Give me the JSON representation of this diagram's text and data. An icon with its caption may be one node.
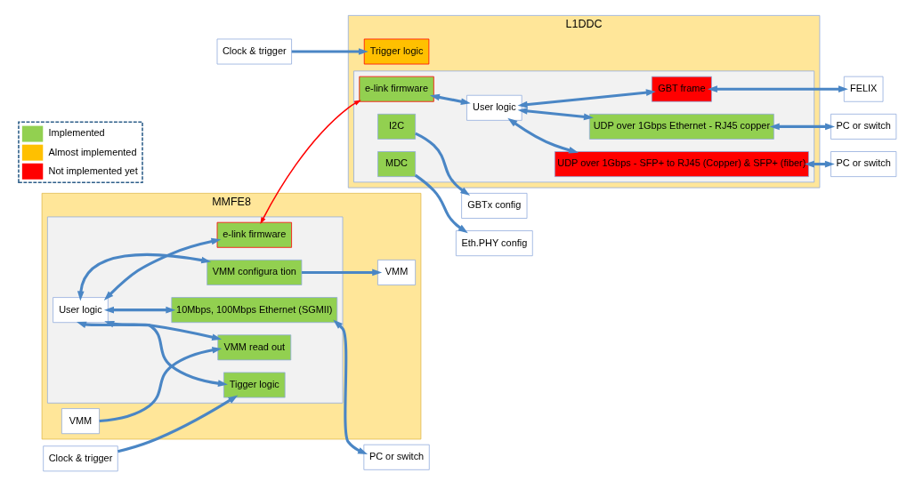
{
  "diagram": {
    "nodes": [
      {
        "text": [
          "MMFE8"
        ]
      },
      {
        "text": [],
        "shape": "box",
        "in": 0
      },
      {
        "text": [
          "VMM"
        ],
        "in": 0
      },
      {
        "text": [
          "VMM read out"
        ],
        "in": 1
      },
      {
        "text": [
          "e-link firmware"
        ],
        "in": 1
      },
      {
        "text": [
          "User logic"
        ],
        "in": 1
      },
      {
        "text": [
          "VMM"
        ],
        "in": 0
      },
      {
        "text": [
          "VMM configura tion"
        ],
        "in": 1
      },
      {
        "text": [
          "10Mbps, 100Mbps Ethernet (SGMII)"
        ],
        "in": 1
      },
      {
        "text": [
          "Tigger logic"
        ],
        "in": 1
      },
      {
        "text": [
          "Clock & trigger"
        ]
      },
      {
        "text": [
          "PC or switch"
        ]
      },
      {
        "text": [
          "L1DDC"
        ]
      },
      {
        "text": [],
        "shape": "box",
        "in": 12
      },
      {
        "text": [
          "GBT frame"
        ],
        "in": 13
      },
      {
        "text": [
          "FELIX"
        ]
      },
      {
        "text": [
          "e-link firmware"
        ],
        "in": 13
      },
      {
        "text": [
          "User logic"
        ],
        "in": 13
      },
      {
        "text": [
          "Clock & trigger"
        ]
      },
      {
        "text": [
          "Trigger logic"
        ],
        "in": 12
      },
      {
        "text": [
          "UDP over 1Gbps Ethernet - RJ45 copper"
        ],
        "in": 13
      },
      {
        "text": [
          "PC or switch"
        ]
      },
      {
        "text": [
          "UDP over 1Gbps - SFP+ to RJ45 (Copper) & SFP+ (fiber)"
        ],
        "in": 13
      },
      {
        "text": [
          "PC or switch"
        ]
      },
      {
        "text": [
          "I2C"
        ],
        "in": 13
      },
      {
        "text": [
          "MDC"
        ],
        "in": 13
      },
      {
        "text": [
          "GBTx config"
        ]
      },
      {
        "text": [
          "Eth.PHY config"
        ]
      }
    ],
    "edges": [
      {
        "from": 2,
        "to": 3,
        "arrow": "to"
      },
      {
        "from": 5,
        "to": 3,
        "arrow": "both"
      },
      {
        "from": 5,
        "to": 4,
        "arrow": "both"
      },
      {
        "from": 5,
        "to": 7,
        "arrow": "both"
      },
      {
        "from": 7,
        "to": 6,
        "arrow": "to"
      },
      {
        "from": 5,
        "to": 9,
        "arrow": "both"
      },
      {
        "from": 5,
        "to": 8,
        "arrow": "both"
      },
      {
        "from": 8,
        "to": 11,
        "arrow": "both"
      },
      {
        "from": 10,
        "to": 9,
        "arrow": "to"
      },
      {
        "from": 4,
        "to": 16,
        "arrow": "both",
        "color": "#ff0000"
      },
      {
        "from": 16,
        "to": 17,
        "arrow": "both"
      },
      {
        "from": 17,
        "to": 14,
        "arrow": "both"
      },
      {
        "from": 14,
        "to": 15,
        "arrow": "both"
      },
      {
        "from": 18,
        "to": 19,
        "arrow": "to"
      },
      {
        "from": 17,
        "to": 20,
        "arrow": "both"
      },
      {
        "from": 17,
        "to": 22,
        "arrow": "both"
      },
      {
        "from": 20,
        "to": 21,
        "arrow": "both"
      },
      {
        "from": 22,
        "to": 23,
        "arrow": "both"
      },
      {
        "from": 24,
        "to": 26,
        "arrow": "to"
      },
      {
        "from": 25,
        "to": 27,
        "arrow": "to"
      }
    ],
    "legend": [
      {
        "text": "Implemented",
        "color": "#92d050"
      },
      {
        "text": "Almost implemented",
        "color": "#ffc000"
      },
      {
        "text": "Not implemented yet",
        "color": "#ff0000"
      }
    ]
  }
}
